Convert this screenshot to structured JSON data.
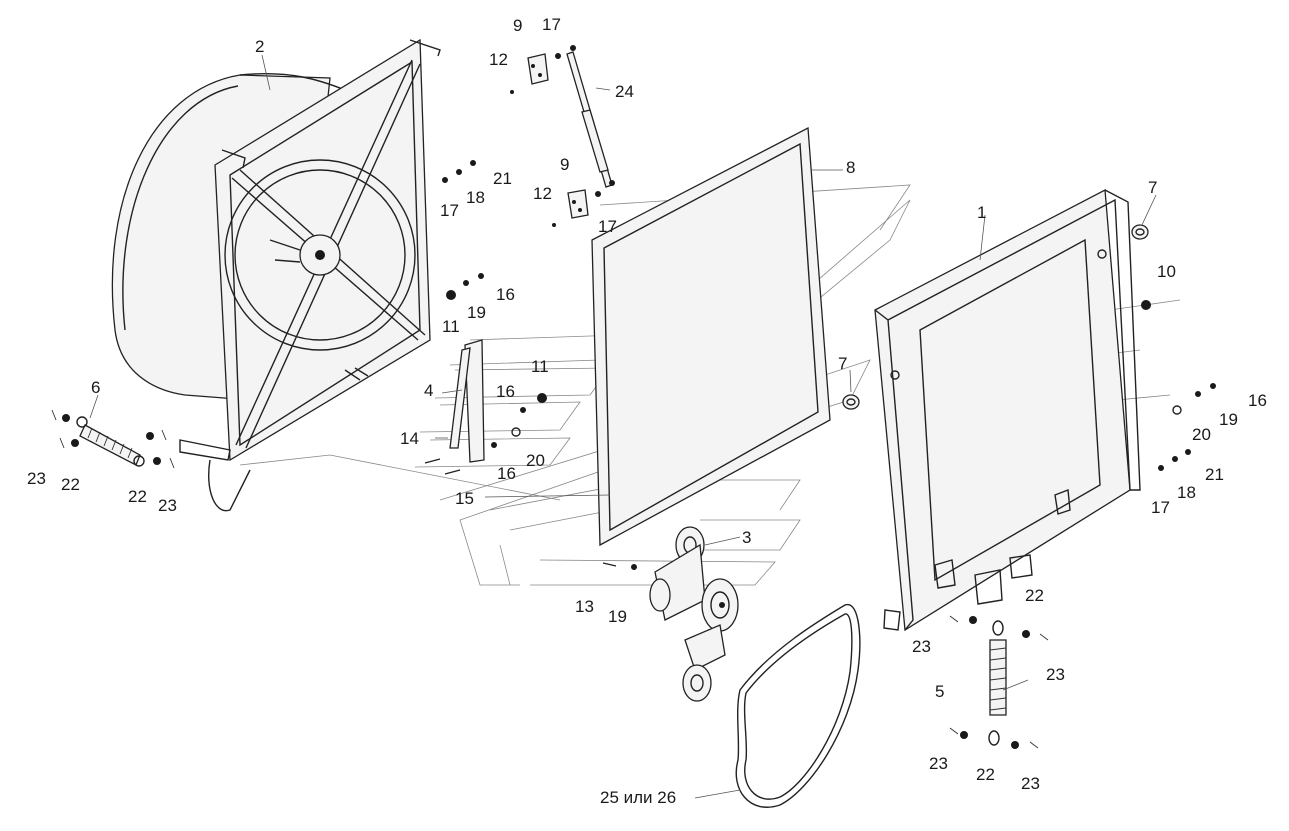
{
  "labels": {
    "l2": "2",
    "l9a": "9",
    "l17a": "17",
    "l12a": "12",
    "l24": "24",
    "l9b": "9",
    "l12b": "12",
    "l17b": "17",
    "l8": "8",
    "l21a": "21",
    "l17c": "17",
    "l18a": "18",
    "l16a": "16",
    "l19a": "19",
    "l11a": "11",
    "l7a": "7",
    "l1": "1",
    "l10": "10",
    "l11b": "11",
    "l4": "4",
    "l16b": "16",
    "l14": "14",
    "l20a": "20",
    "l16c": "16",
    "l15": "15",
    "l7b": "7",
    "l6": "6",
    "l23a": "23",
    "l22a": "22",
    "l22b": "22",
    "l23b": "23",
    "l16d": "16",
    "l19b": "19",
    "l20b": "20",
    "l21b": "21",
    "l18b": "18",
    "l17d": "17",
    "l3": "3",
    "l13": "13",
    "l19c": "19",
    "l22c": "22",
    "l23c": "23",
    "l23d": "23",
    "l5": "5",
    "l23e": "23",
    "l22d": "22",
    "l23f": "23",
    "l25": "25 или 26"
  }
}
